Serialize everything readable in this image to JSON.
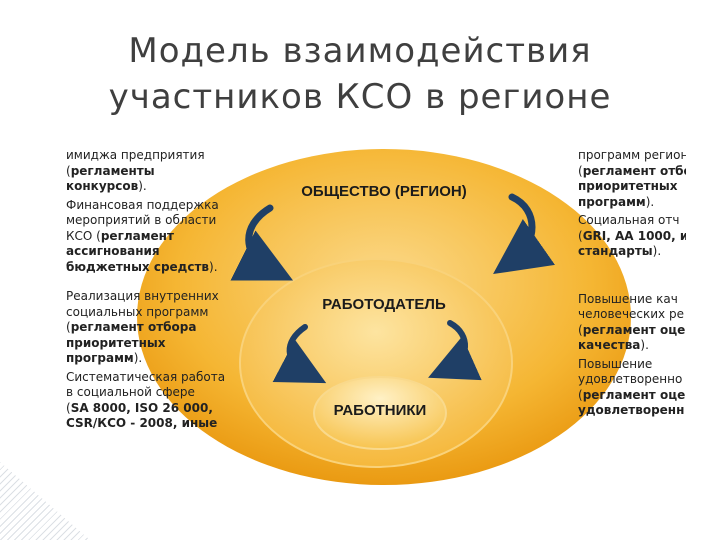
{
  "title": {
    "line1": "Модель взаимодействия",
    "line2": "участников КСО в регионе"
  },
  "diagram": {
    "outer_label": "ОБЩЕСТВО (РЕГИОН)",
    "middle_label": "РАБОТОДАТЕЛЬ",
    "inner_label": "РАБОТНИКИ",
    "colors": {
      "outer": "#f2a81e",
      "outer_light": "#fbd98a",
      "middle": "#f7c14e",
      "inner": "#fbd26a",
      "arrow": "#1f3f66"
    }
  },
  "left_column": {
    "b0": {
      "l1": "имиджа предприятия",
      "l2a": "(",
      "l2b": "регламенты",
      "l3a": "конкурсов",
      "l3b": ")."
    },
    "b1": {
      "bullet": "•",
      "l1": "Финансовая поддержка",
      "l2": "мероприятий в области",
      "l3a": "КСО (",
      "l3b": "регламент",
      "l4": "ассигнования",
      "l5a": "бюджетных средств",
      "l5b": ")."
    },
    "b2": {
      "bullet": "•",
      "l1": "Реализация внутренних",
      "l2": "социальных программ",
      "l3a": "(",
      "l3b": "регламент отбора",
      "l4": "приоритетных",
      "l5a": "программ",
      "l5b": ")."
    },
    "b3": {
      "bullet": "•",
      "l1": "Систематическая работа",
      "l2": "в социальной сфере",
      "l3a": "(",
      "l3b": "SA 8000, ISO 26 000,",
      "l4": "CSR/КСО - 2008, иные"
    }
  },
  "right_column": {
    "b0": {
      "l1": "программ регион",
      "l2a": "(",
      "l2b": "регламент отбо",
      "l3": "приоритетных",
      "l4a": "программ",
      "l4b": ")."
    },
    "b1": {
      "bullet": "•",
      "l1": "Социальная отч",
      "l2a": "(",
      "l2b": "GRI, AA 1000, и",
      "l3a": "стандарты",
      "l3b": ")."
    },
    "b2": {
      "bullet": "•",
      "l1": "Повышение кач",
      "l2": "человеческих ре",
      "l3a": "(",
      "l3b": "регламент оце",
      "l4a": "качества",
      "l4b": ")."
    },
    "b3": {
      "bullet": "•",
      "l1": "Повышение",
      "l2": "удовлетворенно",
      "l3a": "(",
      "l3b": "регламент оце",
      "l4": "удовлетворенн"
    }
  }
}
